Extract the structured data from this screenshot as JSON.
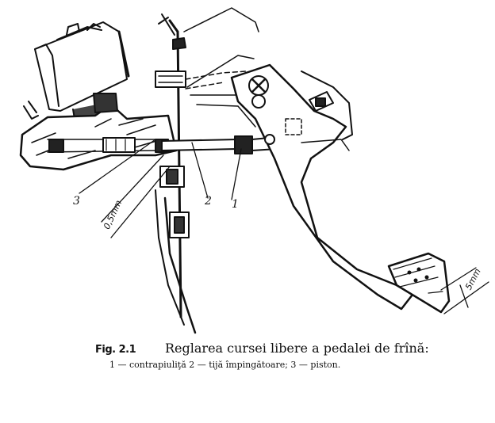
{
  "labels": {
    "part_1": "1",
    "part_2": "2",
    "part_3": "3",
    "dim_05mm": "0,5mm",
    "dim_5mm": "5mm"
  },
  "caption": {
    "figure_number": "Fig. 2.1",
    "title": "Reglarea cursei libere a pedalei de frînă:",
    "legend": "1 — contrapiuliţă 2 — tijă împingătoare; 3 — piston."
  }
}
